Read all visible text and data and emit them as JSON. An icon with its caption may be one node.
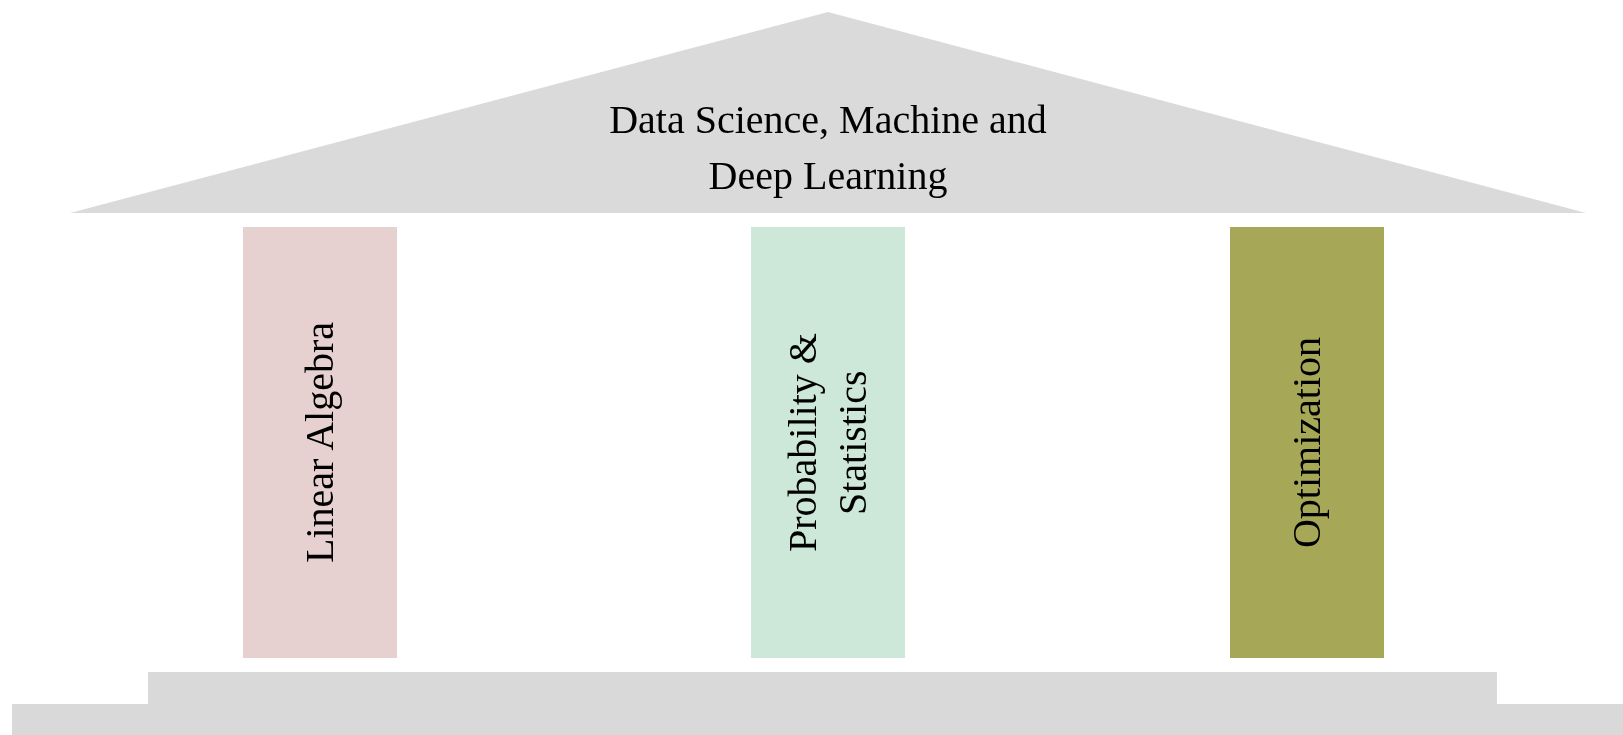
{
  "diagram": {
    "nodes": [
      {
        "text": [
          "Data Science, Machine and Deep Learning"
        ]
      },
      {
        "text": [
          "Linear Algebra"
        ]
      },
      {
        "text": [
          "Probability & Statistics"
        ]
      },
      {
        "text": [
          "Optimization"
        ]
      }
    ]
  }
}
